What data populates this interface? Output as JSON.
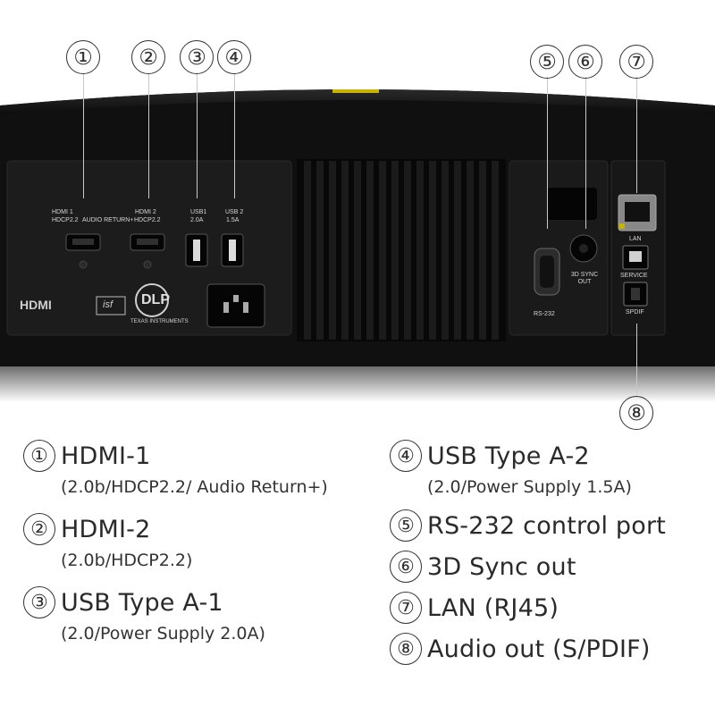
{
  "callouts": [
    "①",
    "②",
    "③",
    "④",
    "⑤",
    "⑥",
    "⑦",
    "⑧"
  ],
  "port_labels": {
    "hdmi1": "HDMI 1",
    "hdcp1": "HDCP2.2",
    "audio_return": "AUDIO RETURN+",
    "hdmi2": "HDMI 2",
    "hdcp2": "HDCP2.2",
    "usb1": "USB1",
    "usb1_power": "2.0A",
    "usb2": "USB 2",
    "usb2_power": "1.5A",
    "rs232": "RS-232",
    "sync_out": "3D SYNC OUT",
    "lan": "LAN",
    "service": "SERVICE",
    "spdif": "SPDIF",
    "hdmi_logo": "HDMI",
    "isf_logo": "isf",
    "dlp_logo": "DLP",
    "texas_instruments": "TEXAS INSTRUMENTS"
  },
  "legend": [
    {
      "num": "①",
      "title": "HDMI-1",
      "sub": "(2.0b/HDCP2.2/ Audio Return+)"
    },
    {
      "num": "②",
      "title": "HDMI-2",
      "sub": "(2.0b/HDCP2.2)"
    },
    {
      "num": "③",
      "title": "USB Type A-1",
      "sub": "(2.0/Power Supply 2.0A)"
    },
    {
      "num": "④",
      "title": "USB Type A-2",
      "sub": "(2.0/Power Supply 1.5A)"
    },
    {
      "num": "⑤",
      "title": "RS-232 control port"
    },
    {
      "num": "⑥",
      "title": "3D Sync out"
    },
    {
      "num": "⑦",
      "title": "LAN (RJ45)"
    },
    {
      "num": "⑧",
      "title": "Audio out (S/PDIF)"
    }
  ],
  "colors": {
    "body": "#121212",
    "panel": "#1b1b1b",
    "accent": "#c8b400"
  }
}
